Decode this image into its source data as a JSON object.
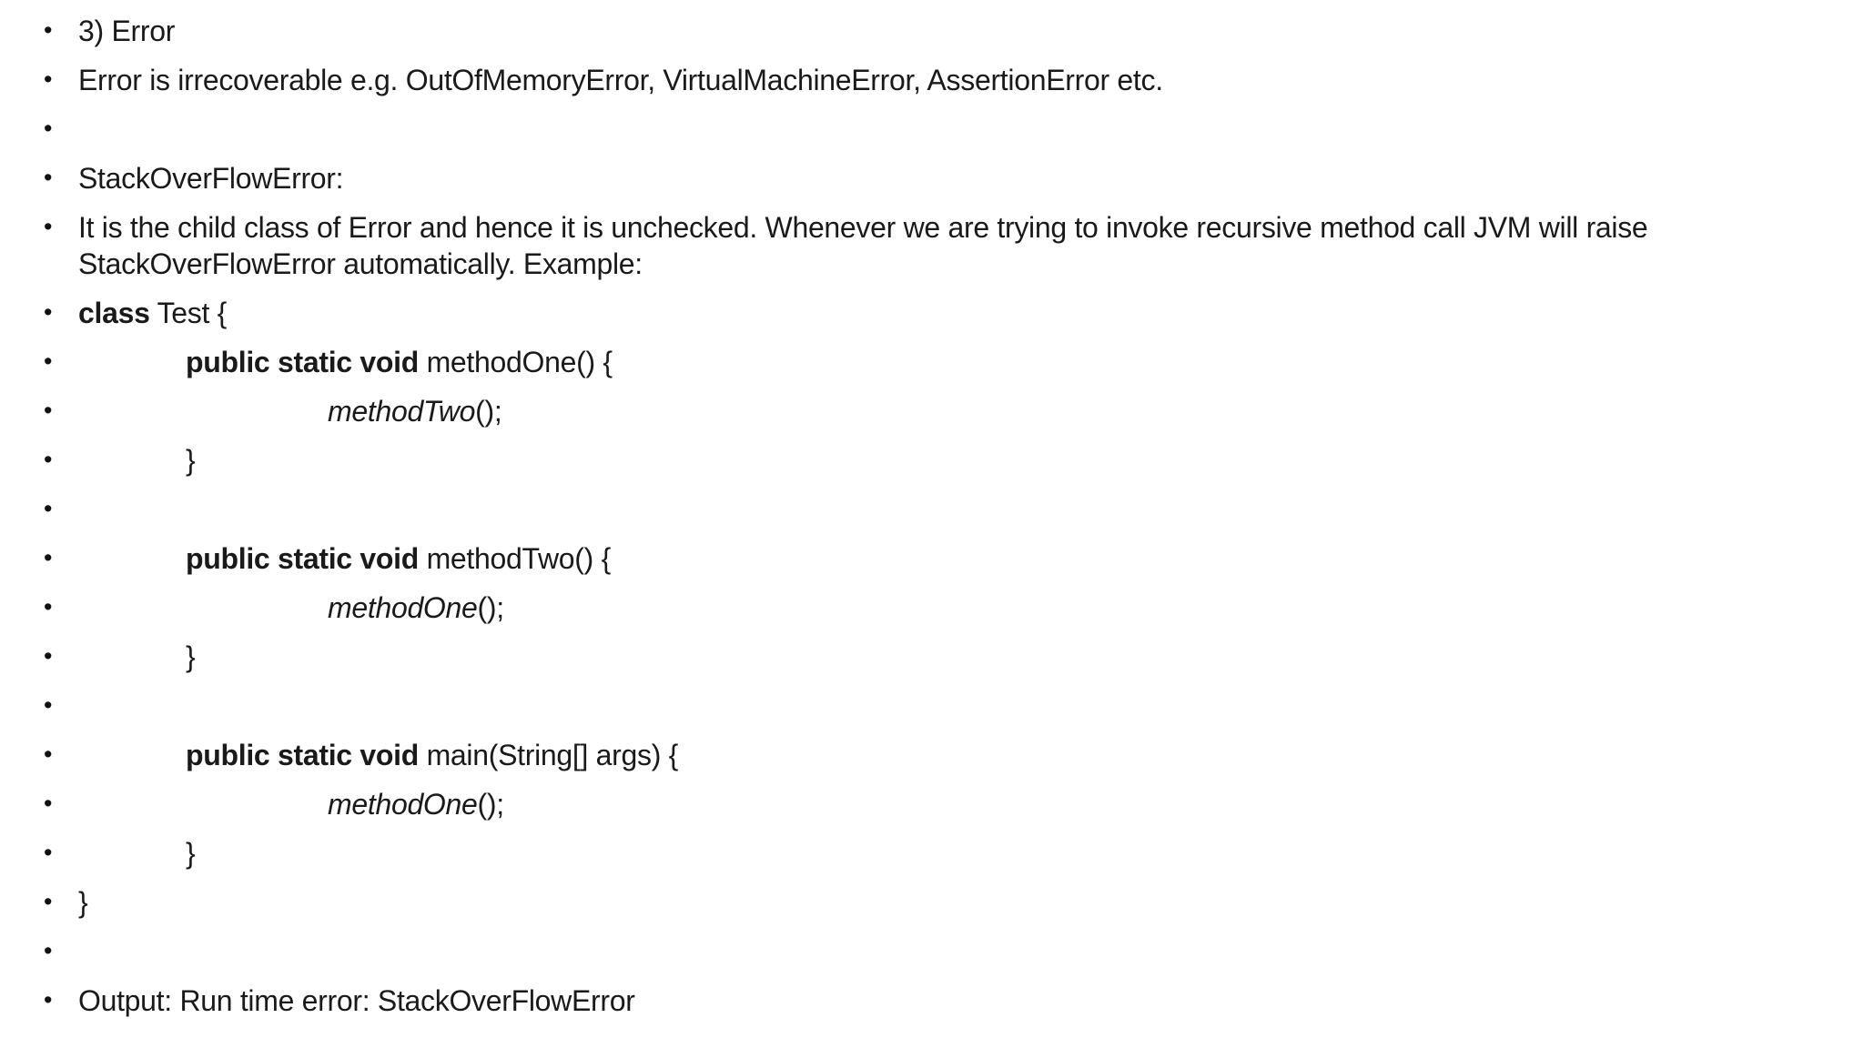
{
  "page": {
    "background": "#ffffff",
    "text_color": "#1a1a1a",
    "list_marker": "•"
  },
  "bullets": [
    {
      "indent": 0,
      "segments": [
        {
          "text": "3) Error"
        }
      ]
    },
    {
      "indent": 0,
      "segments": [
        {
          "text": "Error is irrecoverable e.g. OutOfMemoryError, VirtualMachineError, AssertionError etc."
        }
      ]
    },
    {
      "indent": 0,
      "segments": []
    },
    {
      "indent": 0,
      "segments": [
        {
          "text": "StackOverFlowError:"
        }
      ]
    },
    {
      "indent": 0,
      "segments": [
        {
          "text": "It is the child class of Error and hence it is unchecked. Whenever we are trying to invoke recursive method call JVM will raise StackOverFlowError automatically. Example:"
        }
      ]
    },
    {
      "indent": 0,
      "segments": [
        {
          "text": "class",
          "bold": true
        },
        {
          "text": " Test {"
        }
      ]
    },
    {
      "indent": 1,
      "segments": [
        {
          "text": "public static void",
          "bold": true
        },
        {
          "text": " methodOne() {"
        }
      ]
    },
    {
      "indent": 2,
      "segments": [
        {
          "text": "methodTwo",
          "italic": true
        },
        {
          "text": "();"
        }
      ]
    },
    {
      "indent": 1,
      "segments": [
        {
          "text": "}"
        }
      ]
    },
    {
      "indent": 0,
      "segments": []
    },
    {
      "indent": 1,
      "segments": [
        {
          "text": "public static void",
          "bold": true
        },
        {
          "text": " methodTwo() {"
        }
      ]
    },
    {
      "indent": 2,
      "segments": [
        {
          "text": "methodOne",
          "italic": true
        },
        {
          "text": "();"
        }
      ]
    },
    {
      "indent": 1,
      "segments": [
        {
          "text": "}"
        }
      ]
    },
    {
      "indent": 0,
      "segments": []
    },
    {
      "indent": 1,
      "segments": [
        {
          "text": "public static void",
          "bold": true
        },
        {
          "text": " main(String[] args) {"
        }
      ]
    },
    {
      "indent": 2,
      "segments": [
        {
          "text": "methodOne",
          "italic": true
        },
        {
          "text": "();"
        }
      ]
    },
    {
      "indent": 1,
      "segments": [
        {
          "text": "}"
        }
      ]
    },
    {
      "indent": 0,
      "segments": [
        {
          "text": "}"
        }
      ]
    },
    {
      "indent": 0,
      "segments": []
    },
    {
      "indent": 0,
      "segments": [
        {
          "text": "Output: Run time error: StackOverFlowError"
        }
      ]
    }
  ]
}
